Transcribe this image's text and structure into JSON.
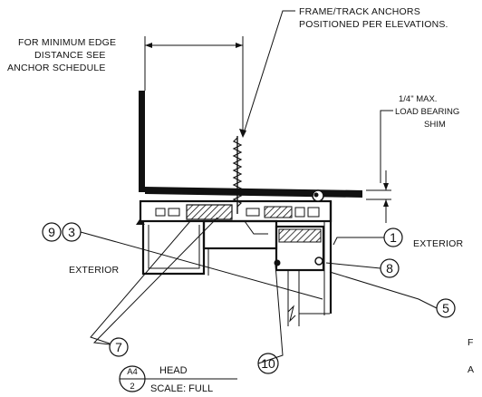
{
  "notes": {
    "min_edge_line1": "FOR MINIMUM EDGE",
    "min_edge_line2": "DISTANCE SEE",
    "min_edge_line3": "ANCHOR SCHEDULE",
    "anchors_line1": "FRAME/TRACK ANCHORS",
    "anchors_line2": "POSITIONED PER ELEVATIONS.",
    "shim_line1": "1/4\" MAX.",
    "shim_line2": "LOAD BEARING",
    "shim_line3": "SHIM",
    "exterior_right": "EXTERIOR",
    "exterior_left": "EXTERIOR",
    "edge_letter_1": "F",
    "edge_letter_2": "A"
  },
  "callouts": {
    "c9": "9",
    "c3": "3",
    "c1": "1",
    "c8": "8",
    "c5": "5",
    "c7": "7",
    "c10": "10"
  },
  "title_block": {
    "detail": "A4",
    "sheet": "2",
    "name": "HEAD",
    "scale": "SCALE: FULL"
  }
}
